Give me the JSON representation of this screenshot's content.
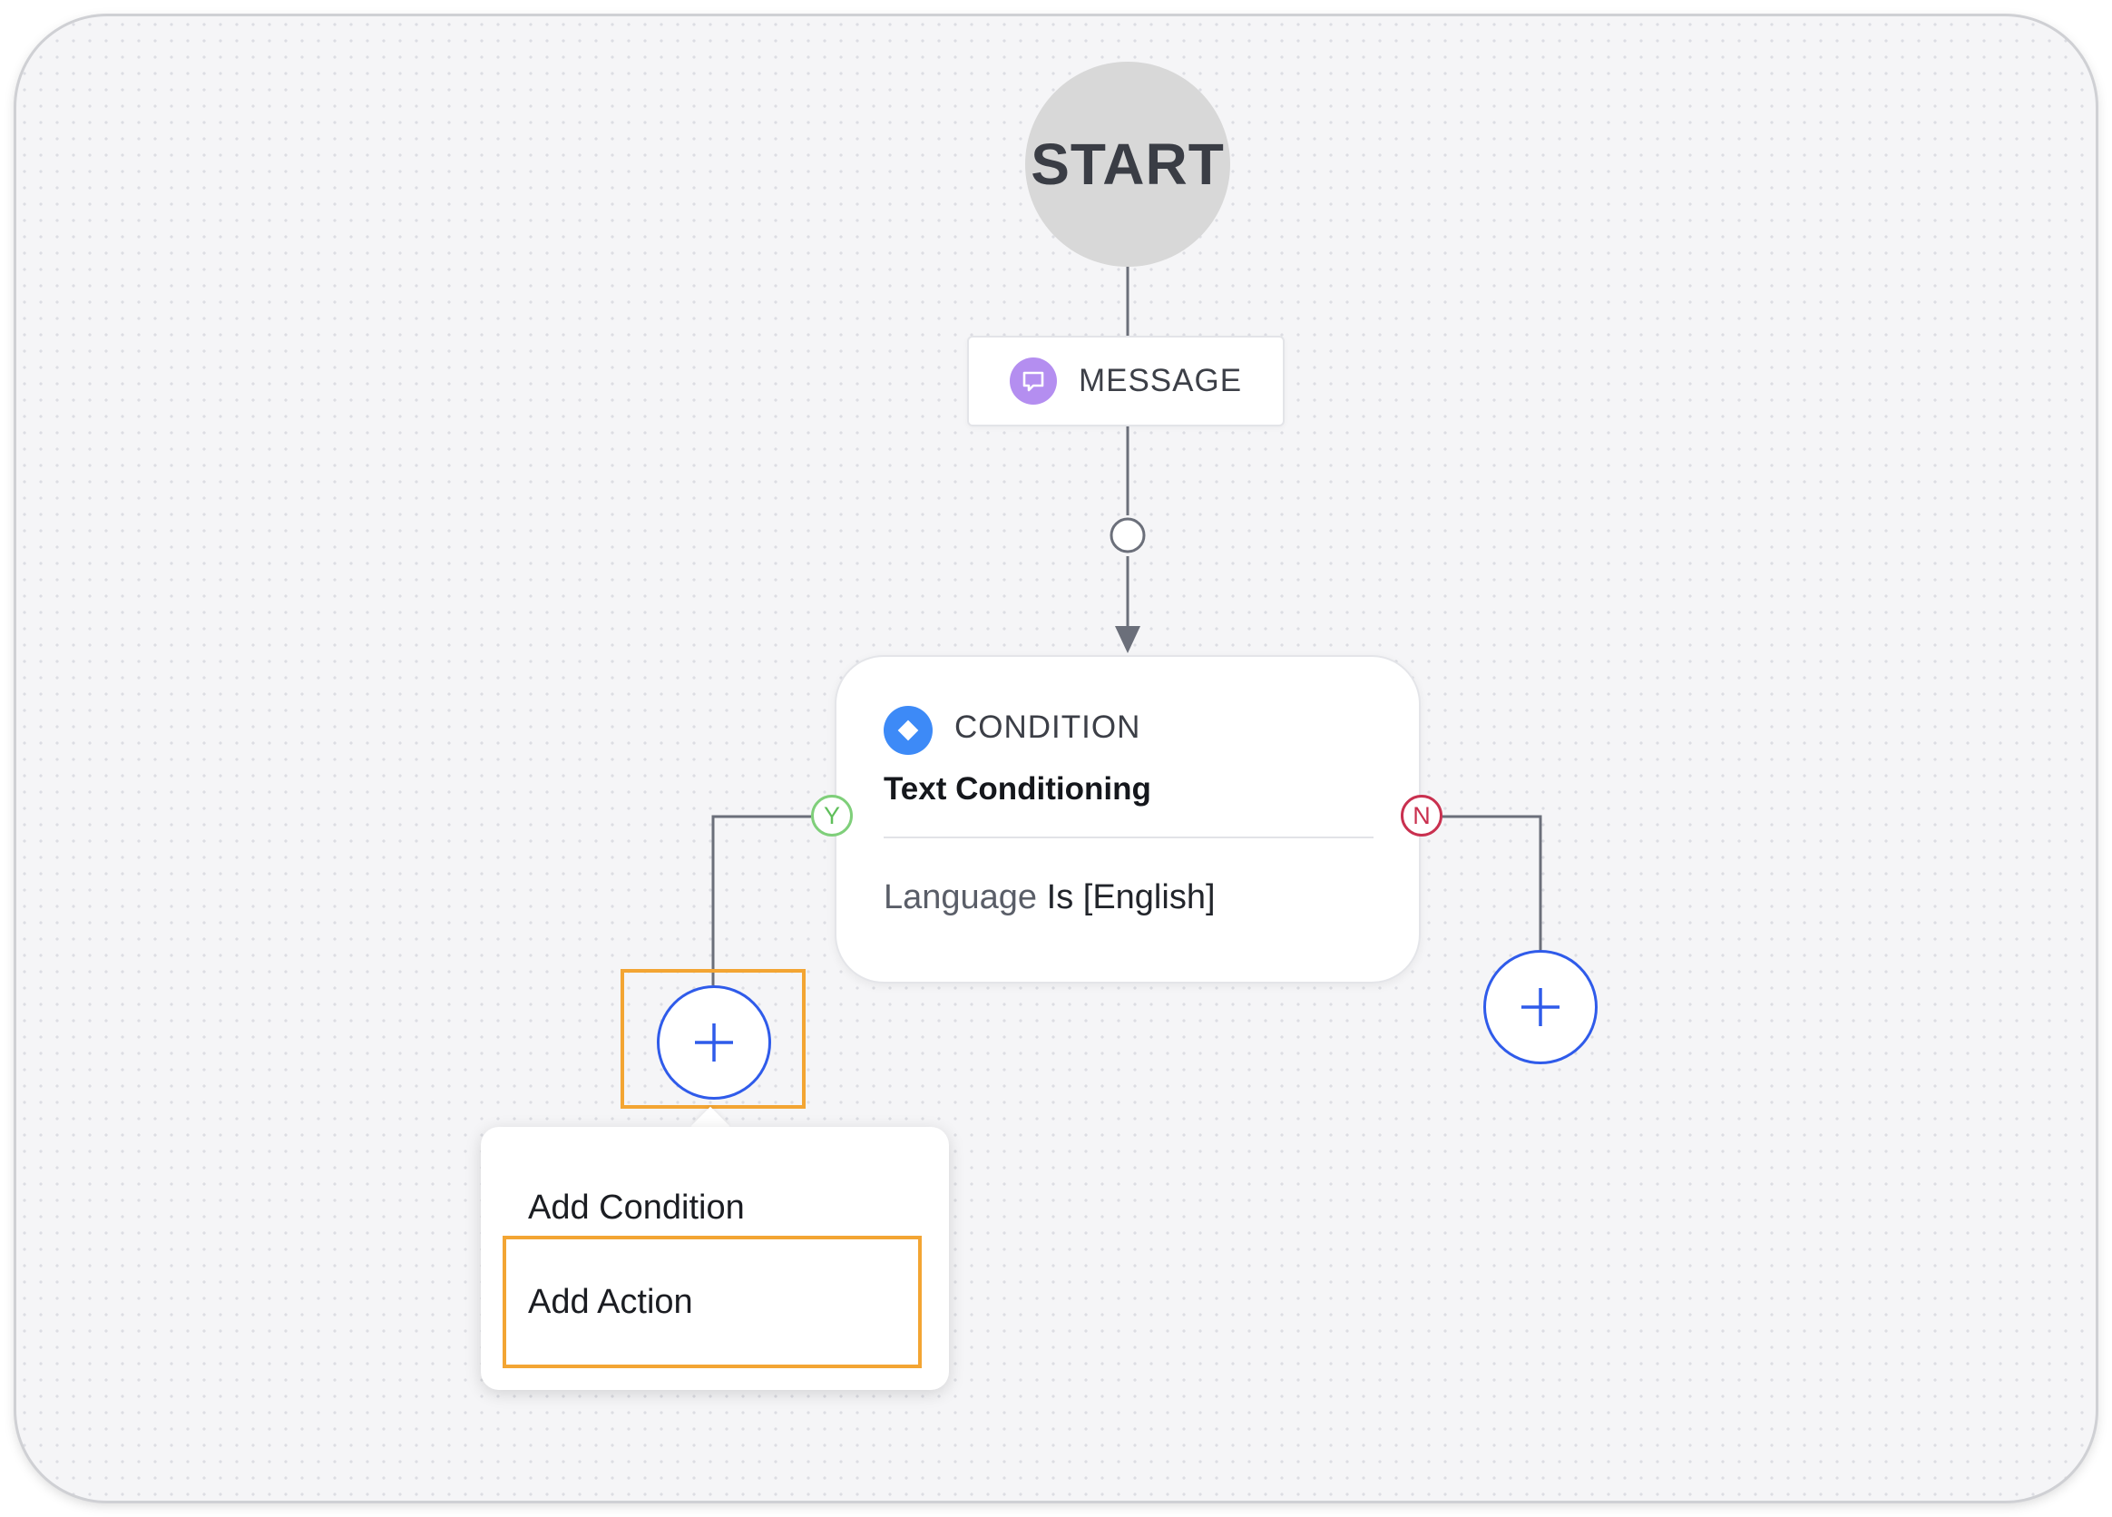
{
  "canvas": {
    "start_label": "START",
    "message_node": {
      "label": "MESSAGE",
      "icon": "chat-bubble-icon",
      "icon_color": "#b48ef0"
    },
    "condition_node": {
      "type_label": "CONDITION",
      "icon": "condition-diamond-icon",
      "icon_color": "#3d8af7",
      "title": "Text Conditioning",
      "rule": {
        "attribute": "Language",
        "operator": "Is",
        "value": "[English]"
      }
    },
    "branches": {
      "yes_label": "Y",
      "yes_color": "#5fbf5a",
      "no_label": "N",
      "no_color": "#c9304f"
    },
    "add_buttons": {
      "icon": "plus-icon",
      "color": "#2f5bea"
    }
  },
  "menu": {
    "items": [
      {
        "label": "Add Condition"
      },
      {
        "label": "Add Action"
      }
    ]
  },
  "highlight_color": "#f3a533"
}
